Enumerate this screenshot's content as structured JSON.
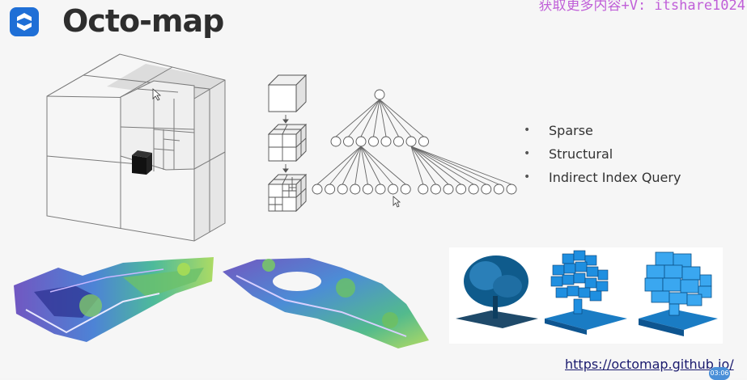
{
  "header": {
    "title": "Octo-map",
    "watermark": "获取更多内容+V: itshare1024"
  },
  "bullets": [
    "Sparse",
    "Structural",
    "Indirect Index Query"
  ],
  "footer": {
    "link": "https://octomap.github.io/",
    "timer": "03:06"
  },
  "colors": {
    "logo_bg": "#1f6fd6",
    "title": "#2e2e2e",
    "link": "#1a1a6e"
  },
  "icons": [
    "logo-icon",
    "mouse-cursor-icon"
  ]
}
